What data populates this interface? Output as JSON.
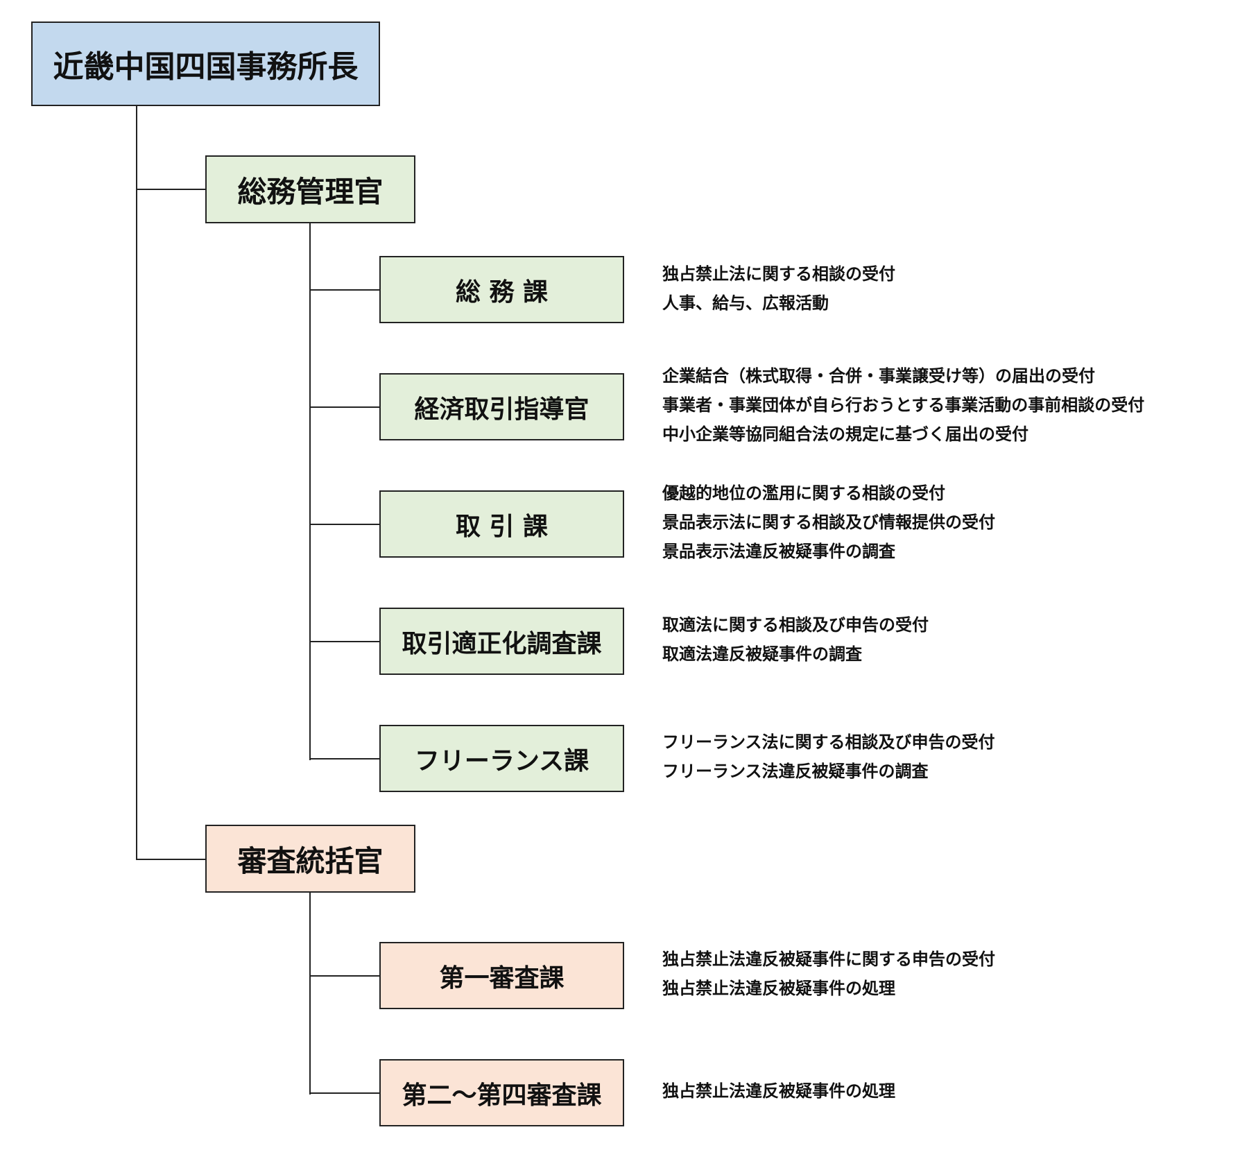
{
  "colors": {
    "director_fill": "#c3d9ee",
    "general_fill": "#e3efda",
    "review_fill": "#fbe4d6",
    "line": "#222222"
  },
  "director": {
    "label": "近畿中国四国事務所長"
  },
  "general_manager": {
    "label": "総務管理官",
    "departments": [
      {
        "label": "総 務 課",
        "duties": [
          "独占禁止法に関する相談の受付",
          "人事、給与、広報活動"
        ]
      },
      {
        "label": "経済取引指導官",
        "duties": [
          "企業結合（株式取得・合併・事業譲受け等）の届出の受付",
          "事業者・事業団体が自ら行おうとする事業活動の事前相談の受付",
          "中小企業等協同組合法の規定に基づく届出の受付"
        ]
      },
      {
        "label": "取 引 課",
        "duties": [
          "優越的地位の濫用に関する相談の受付",
          "景品表示法に関する相談及び情報提供の受付",
          "景品表示法違反被疑事件の調査"
        ]
      },
      {
        "label": "取引適正化調査課",
        "duties": [
          "取適法に関する相談及び申告の受付",
          "取適法違反被疑事件の調査"
        ]
      },
      {
        "label": "フリーランス課",
        "duties": [
          "フリーランス法に関する相談及び申告の受付",
          "フリーランス法違反被疑事件の調査"
        ]
      }
    ]
  },
  "review_manager": {
    "label": "審査統括官",
    "departments": [
      {
        "label": "第一審査課",
        "duties": [
          "独占禁止法違反被疑事件に関する申告の受付",
          "独占禁止法違反被疑事件の処理"
        ]
      },
      {
        "label": "第二～第四審査課",
        "duties": [
          "独占禁止法違反被疑事件の処理"
        ]
      }
    ]
  }
}
